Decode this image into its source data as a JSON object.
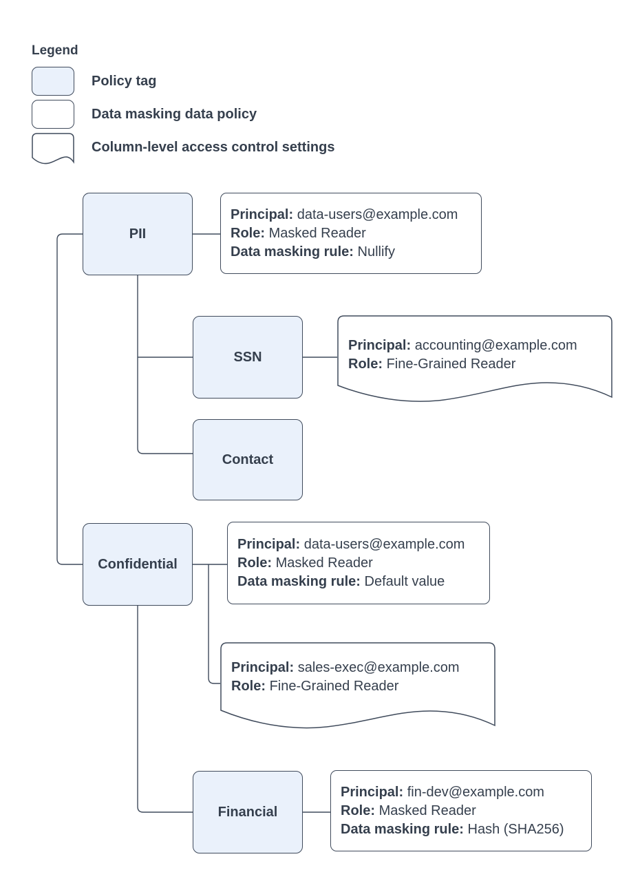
{
  "colors": {
    "background": "#ffffff",
    "policy_tag_fill": "#eaf1fb",
    "card_fill": "#ffffff",
    "line_and_border": "#3f4a5b",
    "text": "#353f4d"
  },
  "legend": {
    "title": "Legend",
    "items": [
      {
        "shape": "policy-tag",
        "label": "Policy tag"
      },
      {
        "shape": "data-masking-data-policy",
        "label": "Data masking data policy"
      },
      {
        "shape": "column-level-access-control",
        "label": "Column-level access control settings"
      }
    ]
  },
  "diagram": {
    "policy_tags": [
      {
        "id": "pii",
        "label": "PII"
      },
      {
        "id": "ssn",
        "label": "SSN"
      },
      {
        "id": "contact",
        "label": "Contact"
      },
      {
        "id": "confidential",
        "label": "Confidential"
      },
      {
        "id": "financial",
        "label": "Financial"
      }
    ],
    "field_labels": {
      "principal": "Principal:",
      "role": "Role:",
      "masking_rule": "Data masking rule:"
    },
    "data_policies": [
      {
        "attached_to": "PII",
        "principal": "data-users@example.com",
        "role": "Masked Reader",
        "masking_rule": "Nullify"
      },
      {
        "attached_to": "Confidential",
        "principal": "data-users@example.com",
        "role": "Masked Reader",
        "masking_rule": "Default value"
      },
      {
        "attached_to": "Financial",
        "principal": "fin-dev@example.com",
        "role": "Masked Reader",
        "masking_rule": "Hash (SHA256)"
      }
    ],
    "access_controls": [
      {
        "attached_to": "SSN",
        "principal": "accounting@example.com",
        "role": "Fine-Grained Reader"
      },
      {
        "attached_to": "Confidential",
        "principal": "sales-exec@example.com",
        "role": "Fine-Grained Reader"
      }
    ]
  }
}
